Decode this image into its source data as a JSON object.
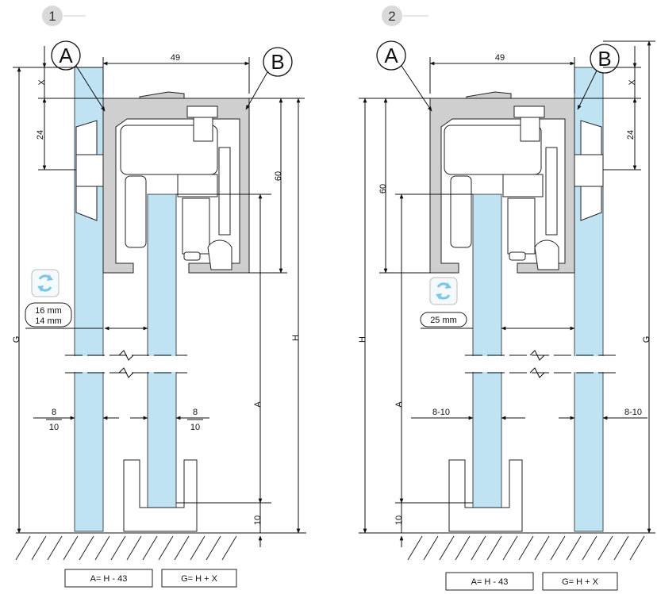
{
  "colors": {
    "glass": "#bfe3f3",
    "profile": "#cfcfcf",
    "badge": "#d9d9d9",
    "icon": "#7cc6e8"
  },
  "icons": [
    "rotate-arrows-icon"
  ],
  "diagram1": {
    "number": "1",
    "callout_a": "A",
    "callout_b": "B",
    "dim_top": "49",
    "dim_x": "X",
    "dim_24": "24",
    "dim_60": "60",
    "dim_g": "G",
    "dim_h": "H",
    "dim_a": "A",
    "dim_10": "10",
    "gap_line1": "16 mm",
    "gap_line2": "14 mm",
    "left_gap_top": "8",
    "left_gap_bottom": "10",
    "right_gap_top": "8",
    "right_gap_bottom": "10",
    "formula_a": "A= H - 43",
    "formula_g": "G= H + X"
  },
  "diagram2": {
    "number": "2",
    "callout_a": "A",
    "callout_b": "B",
    "dim_top": "49",
    "dim_x": "X",
    "dim_24": "24",
    "dim_60": "60",
    "dim_g": "G",
    "dim_h": "H",
    "dim_a": "A",
    "dim_10": "10",
    "gap_line1": "25 mm",
    "left_gap": "8-10",
    "right_gap": "8-10",
    "formula_a": "A= H - 43",
    "formula_g": "G= H + X"
  }
}
